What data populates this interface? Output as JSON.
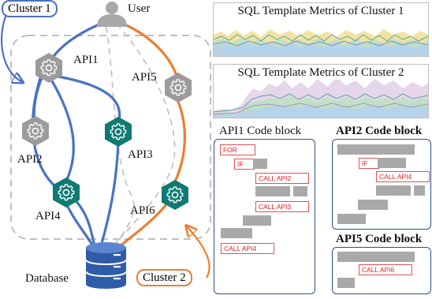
{
  "diagram": {
    "user_label": "User",
    "database_label": "Database",
    "cluster1_label": "Cluster 1",
    "cluster2_label": "Cluster 2",
    "api_labels": {
      "api1": "API1",
      "api2": "API2",
      "api3": "API3",
      "api4": "API4",
      "api5": "API5",
      "api6": "API6"
    }
  },
  "charts": {
    "cluster1_title": "SQL Template Metrics of Cluster 1",
    "cluster2_title": "SQL Template Metrics of Cluster 2"
  },
  "code_blocks": {
    "api1": {
      "title": "API1 Code block",
      "for_kw": "FOR",
      "if_kw": "IF",
      "call_api2": "CALL API2",
      "call_api3": "CALL API3",
      "call_api4": "CALL API4"
    },
    "api2": {
      "title": "API2 Code block",
      "if_kw": "IF",
      "call_api4": "CALL API4"
    },
    "api5": {
      "title": "API5 Code block",
      "call_api6": "CALL API6"
    }
  },
  "colors": {
    "cluster1_blue": "#4a72c4",
    "cluster2_orange": "#ee7d2f",
    "gray_node": "#9b9b9b",
    "teal_node": "#0f7a72",
    "database_blue": "#2f5ca8",
    "code_box_border": "#2d4f87",
    "keyword_red": "#e02020"
  }
}
